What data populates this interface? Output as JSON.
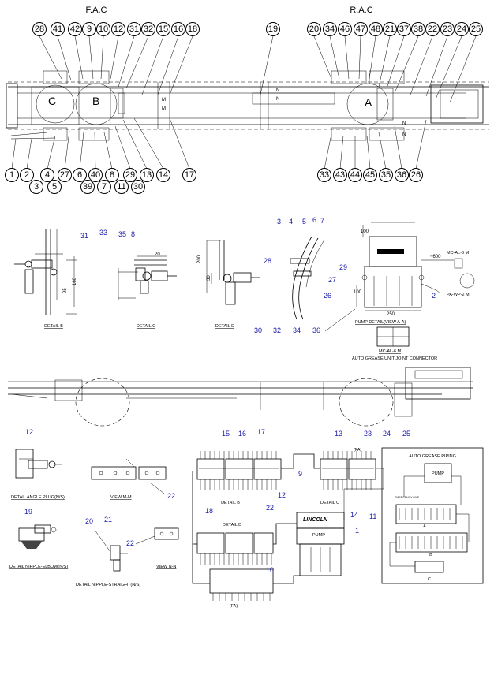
{
  "headers": {
    "front": "F.A.C",
    "rear": "R.A.C"
  },
  "top_bubbles": {
    "front_top": [
      "28",
      "41",
      "42",
      "9",
      "10",
      "12",
      "31",
      "32",
      "15",
      "16",
      "18"
    ],
    "center_top": "19",
    "rear_top": [
      "20",
      "34",
      "46",
      "47",
      "48",
      "21",
      "37",
      "38",
      "22",
      "23",
      "24",
      "25"
    ],
    "front_bottom_row1": [
      "1",
      "2",
      "4",
      "27",
      "6",
      "40",
      "8",
      "29",
      "13",
      "14",
      "17"
    ],
    "front_bottom_row2": [
      "3",
      "5",
      "39",
      "7",
      "11",
      "30"
    ],
    "rear_bottom": [
      "33",
      "43",
      "44",
      "45",
      "35",
      "36",
      "26"
    ]
  },
  "axle_letters": {
    "c": "C",
    "b": "B",
    "a": "A"
  },
  "detail_b": {
    "callout": "31",
    "caption": "DETAIL B",
    "dim1": "160",
    "dim2": "95"
  },
  "detail_c": {
    "callouts": [
      "33",
      "35",
      "8"
    ],
    "caption": "DETAIL C",
    "dim": "20"
  },
  "detail_d": {
    "caption": "DETAIL D",
    "dim1": "200",
    "dim2": "30"
  },
  "hose_callouts": {
    "top": [
      "3",
      "4",
      "5",
      "6"
    ],
    "right": [
      "29",
      "27",
      "26"
    ],
    "left": "28",
    "bottom": [
      "30",
      "32",
      "34",
      "36"
    ]
  },
  "pump_detail": {
    "callout_top": "7",
    "caption": "PUMP DETAIL(VIEW A-A)",
    "dim_100_top": "100",
    "dim_100_side": "100",
    "dim_250": "250",
    "dim_600": "~600",
    "label_mc": "MC-AL-6 M",
    "label_pa": "PA-WP-2 M",
    "callout_2": "2",
    "connector_label": "MC-AL-6 M",
    "connector_caption": "AUTO GREASE UNIT JOINT CONNECTOR"
  },
  "bottom_left": {
    "angle_plug_callout": "12",
    "angle_plug_caption": "DETAIL ANGLE PLUG(N/S)",
    "view_mm_caption": "VIEW M-M",
    "callout_22a": "22",
    "nipple_elbow_callout": "19",
    "nipple_elbow_caption": "DETAIL NIPPLE-ELBOW(N/S)",
    "straight_callouts": [
      "20",
      "21"
    ],
    "straight_caption": "DETAIL NIPPLE-STRAIGHT(N/S)",
    "callout_22b": "22",
    "view_nn_caption": "VIEW N-N"
  },
  "piping": {
    "top_callouts": [
      "15",
      "16",
      "17"
    ],
    "detail_b_label": "DETAIL B",
    "callout_12": "12",
    "callout_9": "9",
    "callout_13": "13",
    "callout_23_24_25": [
      "23",
      "24",
      "25"
    ],
    "fa_top": "(FA)",
    "detail_c_label": "DETAIL C",
    "callout_14": "14",
    "callout_11": "11",
    "callout_22": "22",
    "callout_18": "18",
    "detail_d_label": "DETAIL D",
    "callout_1": "1",
    "callout_10": "10",
    "pump_brand": "LINCOLN",
    "pump_label": "PUMP",
    "fa_bottom": "(FA)"
  },
  "auto_grease": {
    "title": "AUTO GREASE PIPING",
    "pump": "PUMP",
    "a": "A",
    "b": "B",
    "c": "C",
    "small_note": "EMERGENCY LINE"
  }
}
